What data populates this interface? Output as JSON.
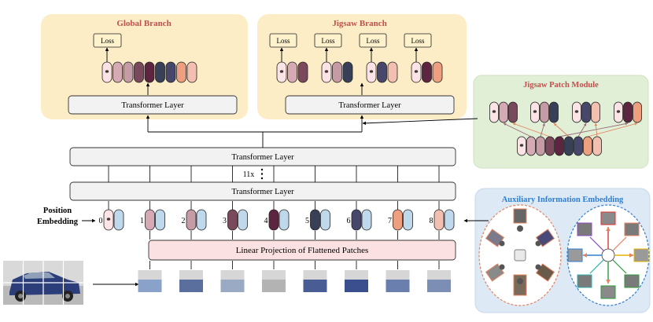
{
  "global_branch": {
    "title": "Global Branch",
    "loss_label": "Loss",
    "layer_label": "Transformer Layer"
  },
  "jigsaw_branch": {
    "title": "Jigsaw Branch",
    "loss_labels": [
      "Loss",
      "Loss",
      "Loss",
      "Loss"
    ],
    "layer_label": "Transformer Layer"
  },
  "jigsaw_patch_module": {
    "title": "Jigsaw Patch Module"
  },
  "backbone": {
    "top_layer": "Transformer Layer",
    "bottom_layer": "Transformer Layer",
    "repeat_label": "11x"
  },
  "position_embedding": {
    "line1": "Position",
    "line2": "Embedding"
  },
  "cls_marker": "*",
  "token_indices": [
    "0",
    "1",
    "2",
    "3",
    "4",
    "5",
    "6",
    "7",
    "8"
  ],
  "linear_projection": {
    "label": "Linear Projection of Flattened Patches"
  },
  "auxiliary": {
    "title": "Auxiliary Information Embedding"
  },
  "colors": {
    "panel_fill": "#fcedc6",
    "jpm_fill": "#e0efd5",
    "aux_fill": "#dde9f5",
    "aux_title": "#2f7fd0",
    "branch_title": "#c0504d",
    "proj_fill": "#fbe1e1",
    "pos_embed": "#bfd8ec",
    "tokens": [
      "#fbe3e6",
      "#d6aab5",
      "#c59ba6",
      "#7a4a5c",
      "#5e2541",
      "#374057",
      "#46476b",
      "#ee9f7f",
      "#f2bfb0"
    ]
  }
}
